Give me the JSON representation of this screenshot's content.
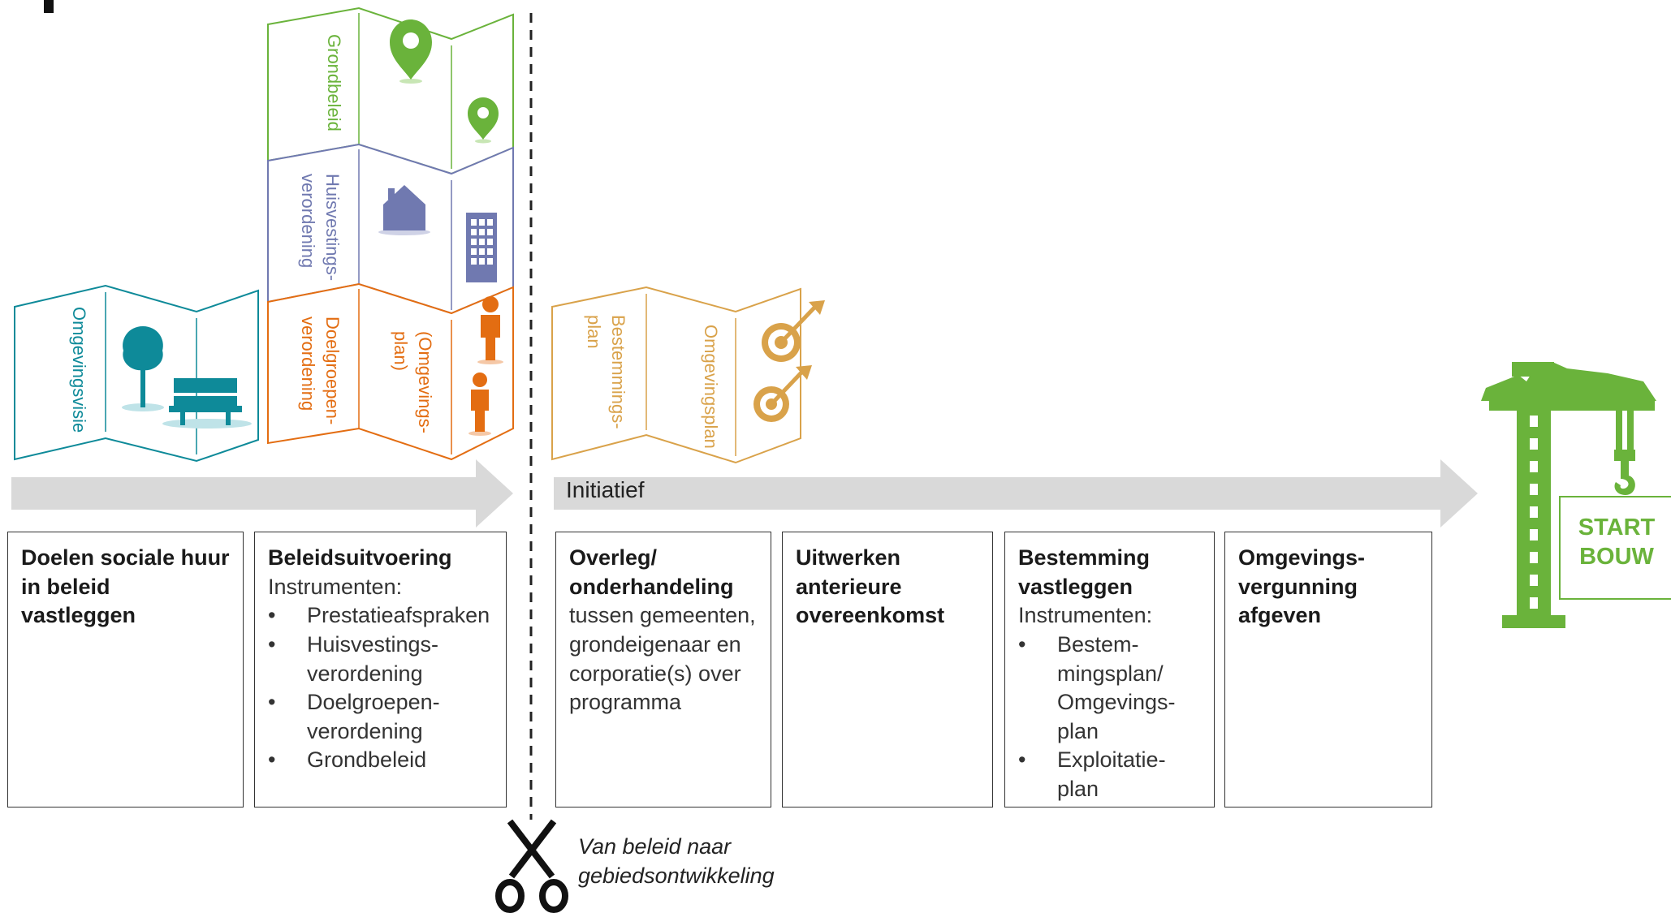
{
  "colors": {
    "teal": "#0e8a99",
    "green": "#6ab33b",
    "purple": "#7079b0",
    "orange": "#e36d12",
    "gold": "#d9a24a",
    "arrow_gray": "#d9d9d9"
  },
  "maps": {
    "omgevingsvisie": {
      "label": "Omgevingsvisie",
      "icons": [
        "tree-icon",
        "bench-icon"
      ]
    },
    "grondbeleid": {
      "label": "Grondbeleid",
      "icons": [
        "map-pin-icon",
        "map-pin-icon"
      ]
    },
    "huisvestings": {
      "label_line1": "Huisvestings-",
      "label_line2": "verordening",
      "icons": [
        "house-icon",
        "apartment-building-icon"
      ]
    },
    "doelgroepen": {
      "label_line1": "Doelgroepen-",
      "label_line2": "verordening",
      "label2_line1": "(Omgevings-",
      "label2_line2": "plan)",
      "icons": [
        "person-icon",
        "person-icon"
      ]
    },
    "bestemmingsplan": {
      "label_line1": "Bestemmings-",
      "label_line2": "plan",
      "label2": "Omgevingsplan",
      "icons": [
        "target-icon",
        "target-icon"
      ]
    }
  },
  "phase_label": "Initiatief",
  "steps": [
    {
      "title": "Doelen sociale huur in beleid vastleggen"
    },
    {
      "title": "Beleidsuitvoering",
      "subtitle": "Instrumenten:",
      "items": [
        "Prestatieafspraken",
        "Huisvestings-verordening",
        "Doelgroepen-verordening",
        "Grondbeleid"
      ]
    },
    {
      "title": "Overleg/ onderhandeling",
      "body": "tussen gemeenten, grondeigenaar en corporatie(s) over programma"
    },
    {
      "title": "Uitwerken anterieure overeenkomst"
    },
    {
      "title": "Bestemming vastleggen",
      "subtitle": "Instrumenten:",
      "items": [
        "Bestem-mingsplan/ Omgevings-plan",
        "Exploitatie-plan"
      ]
    },
    {
      "title": "Omgevings-vergunning afgeven"
    }
  ],
  "divider_caption": {
    "line1": "Van beleid naar",
    "line2": "gebiedsontwikkeling",
    "icon": "scissors-icon"
  },
  "start": {
    "line1": "START",
    "line2": "BOUW",
    "icon": "crane-icon"
  }
}
